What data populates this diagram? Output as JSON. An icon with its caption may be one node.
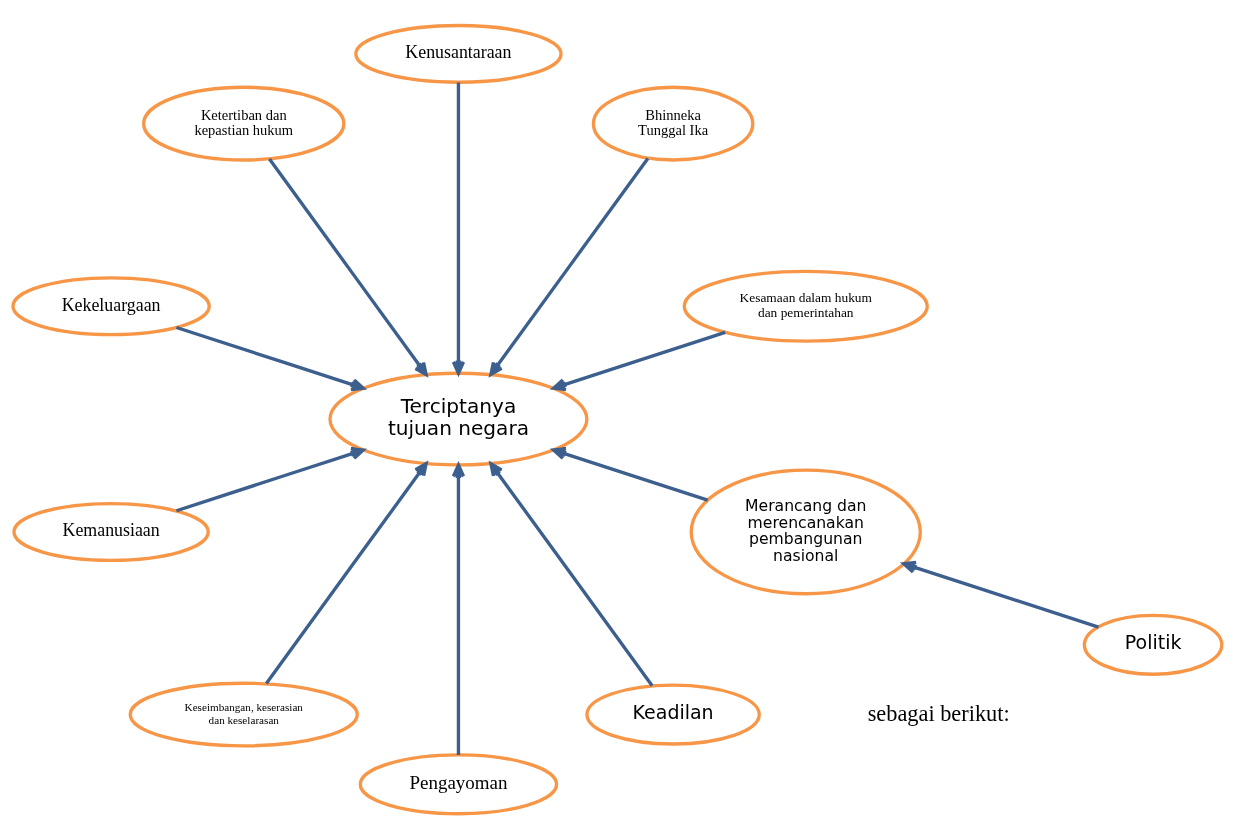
{
  "diagram": {
    "nodes": [
      {
        "text": [
          "Kesamaan dalam hukum dan pemerintahan"
        ]
      },
      {
        "text": [
          "Bhinneka Tunggal Ika"
        ]
      },
      {
        "text": [
          "Kenusantaraan"
        ]
      },
      {
        "text": [
          "Ketertiban dan kepastian hukum"
        ]
      },
      {
        "text": [
          "Kekeluargaan"
        ]
      },
      {
        "text": [
          "Kemanusiaan"
        ]
      },
      {
        "text": [
          "Keseimbangan, keserasian dan keselarasan"
        ]
      },
      {
        "text": [
          "Terciptanya tujuan negara"
        ]
      },
      {
        "text": [
          "Pengayoman"
        ]
      },
      {
        "text": [
          "Keadilan"
        ]
      },
      {
        "text": [
          "Merancang dan merencanakan pembangunan nasional"
        ]
      },
      {
        "text": [
          "Politik"
        ]
      }
    ],
    "edges": [
      {
        "from": 0,
        "to": 7,
        "arrow": "to"
      },
      {
        "from": 1,
        "to": 7,
        "arrow": "to"
      },
      {
        "from": 2,
        "to": 7,
        "arrow": "to"
      },
      {
        "from": 3,
        "to": 7,
        "arrow": "to"
      },
      {
        "from": 4,
        "to": 7,
        "arrow": "to"
      },
      {
        "from": 5,
        "to": 7,
        "arrow": "to"
      },
      {
        "from": 6,
        "to": 7,
        "arrow": "to"
      },
      {
        "from": 8,
        "to": 7,
        "arrow": "to"
      },
      {
        "from": 9,
        "to": 7,
        "arrow": "to"
      },
      {
        "from": 10,
        "to": 7,
        "arrow": "to"
      },
      {
        "from": 11,
        "to": 10,
        "arrow": "to"
      }
    ],
    "labels": [
      "sebagai berikut:"
    ]
  }
}
